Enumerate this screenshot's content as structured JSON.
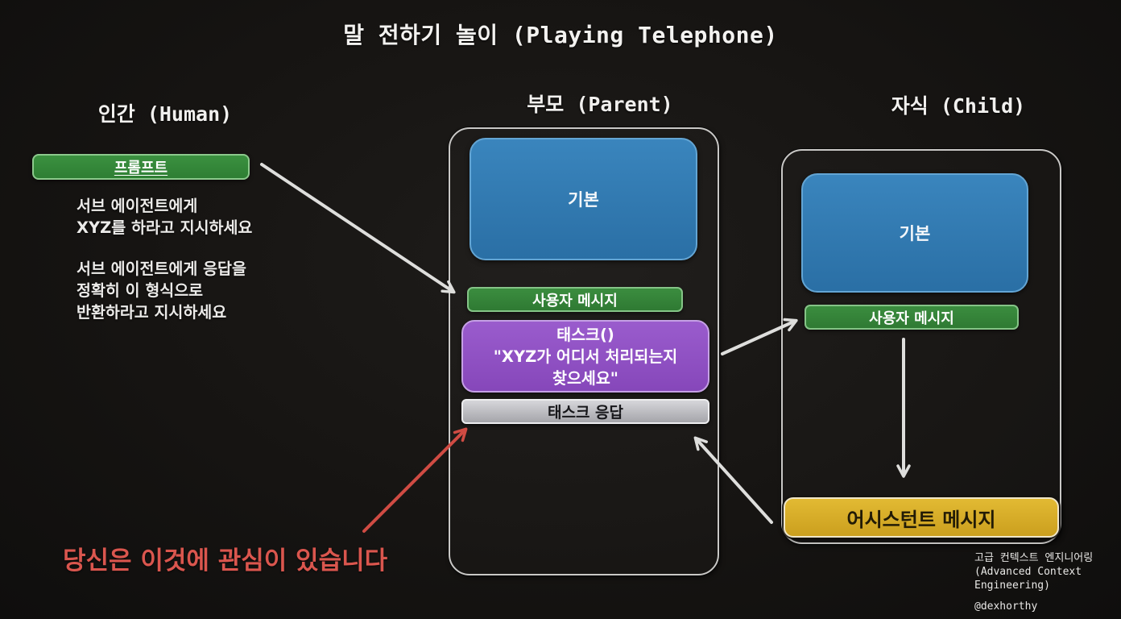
{
  "title": "말 전하기 놀이 (Playing Telephone)",
  "human": {
    "header": "인간 (Human)",
    "prompt_label": "프롬프트",
    "instruction1": "서브 에이전트에게\nXYZ를 하라고 지시하세요",
    "instruction2": "서브 에이전트에게 응답을\n정확히 이 형식으로\n반환하라고 지시하세요"
  },
  "parent": {
    "header": "부모 (Parent)",
    "base_label": "기본",
    "user_message_label": "사용자 메시지",
    "task_call": "태스크()\n\"XYZ가 어디서 처리되는지\n찾으세요\"",
    "task_response_label": "태스크 응답"
  },
  "child": {
    "header": "자식 (Child)",
    "base_label": "기본",
    "user_message_label": "사용자 메시지",
    "assistant_message_label": "어시스턴트 메시지"
  },
  "callout_text": "당신은 이것에 관심이 있습니다",
  "credit_text": "고급 컨텍스트 엔지니어링\n(Advanced Context\nEngineering)",
  "credit_handle": "@dexhorthy",
  "colors": {
    "background": "#161412",
    "green": "#358a3a",
    "blue": "#2f7cb5",
    "purple": "#9355c6",
    "gray": "#c0c0c4",
    "yellow": "#d9ac28",
    "red": "#d6534b",
    "arrow_white": "#dededc"
  }
}
